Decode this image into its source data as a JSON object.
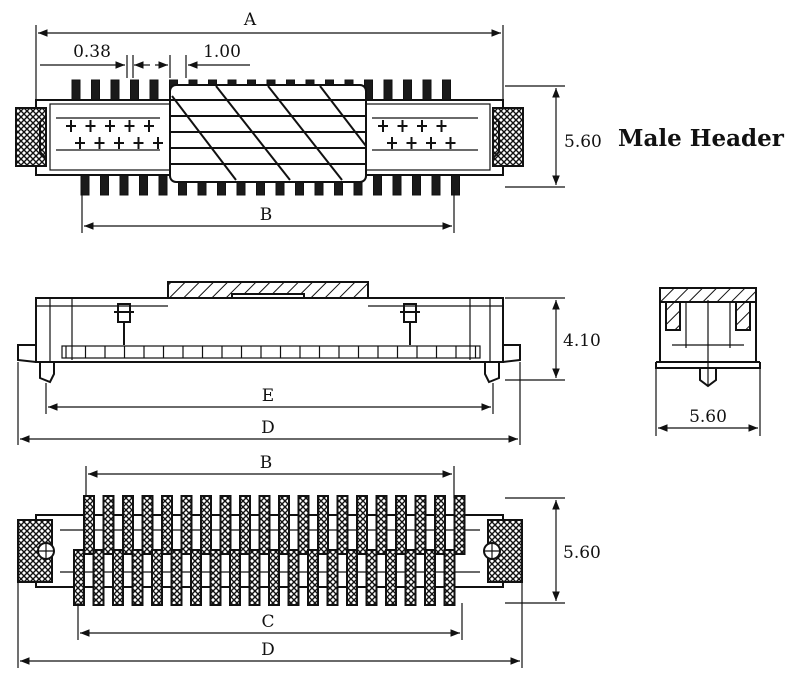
{
  "title": "Male Header",
  "top_view": {
    "dim_A": "A",
    "dim_B": "B",
    "pitch_label_1": "0.38",
    "pitch_label_2": "1.00",
    "height_label": "5.60"
  },
  "side_view": {
    "dim_E": "E",
    "dim_D": "D",
    "height_label": "4.10"
  },
  "end_view": {
    "width_label": "5.60"
  },
  "bottom_view": {
    "dim_B": "B",
    "dim_C": "C",
    "dim_D": "D",
    "height_label": "5.60"
  }
}
